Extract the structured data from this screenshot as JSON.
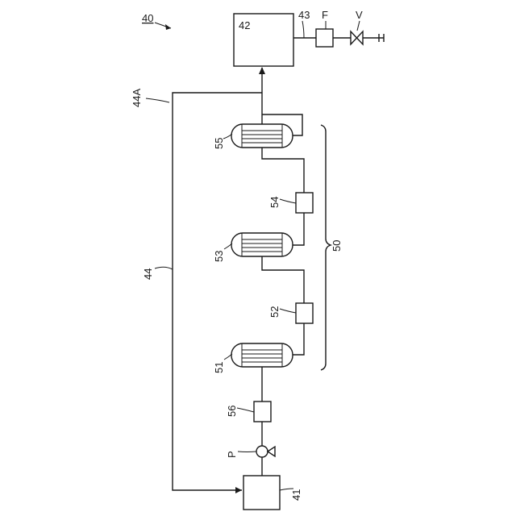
{
  "figure_ref": "40",
  "labels": {
    "tank_top": "42",
    "tank_bottom": "41",
    "outlet_pipe": "43",
    "filter": "F",
    "valve": "V",
    "return_line_end": "44A",
    "return_line": "44",
    "reactor_1": "51",
    "reactor_2": "53",
    "reactor_3": "55",
    "unit_52": "52",
    "unit_54": "54",
    "unit_56": "56",
    "pump": "P",
    "group": "50"
  }
}
